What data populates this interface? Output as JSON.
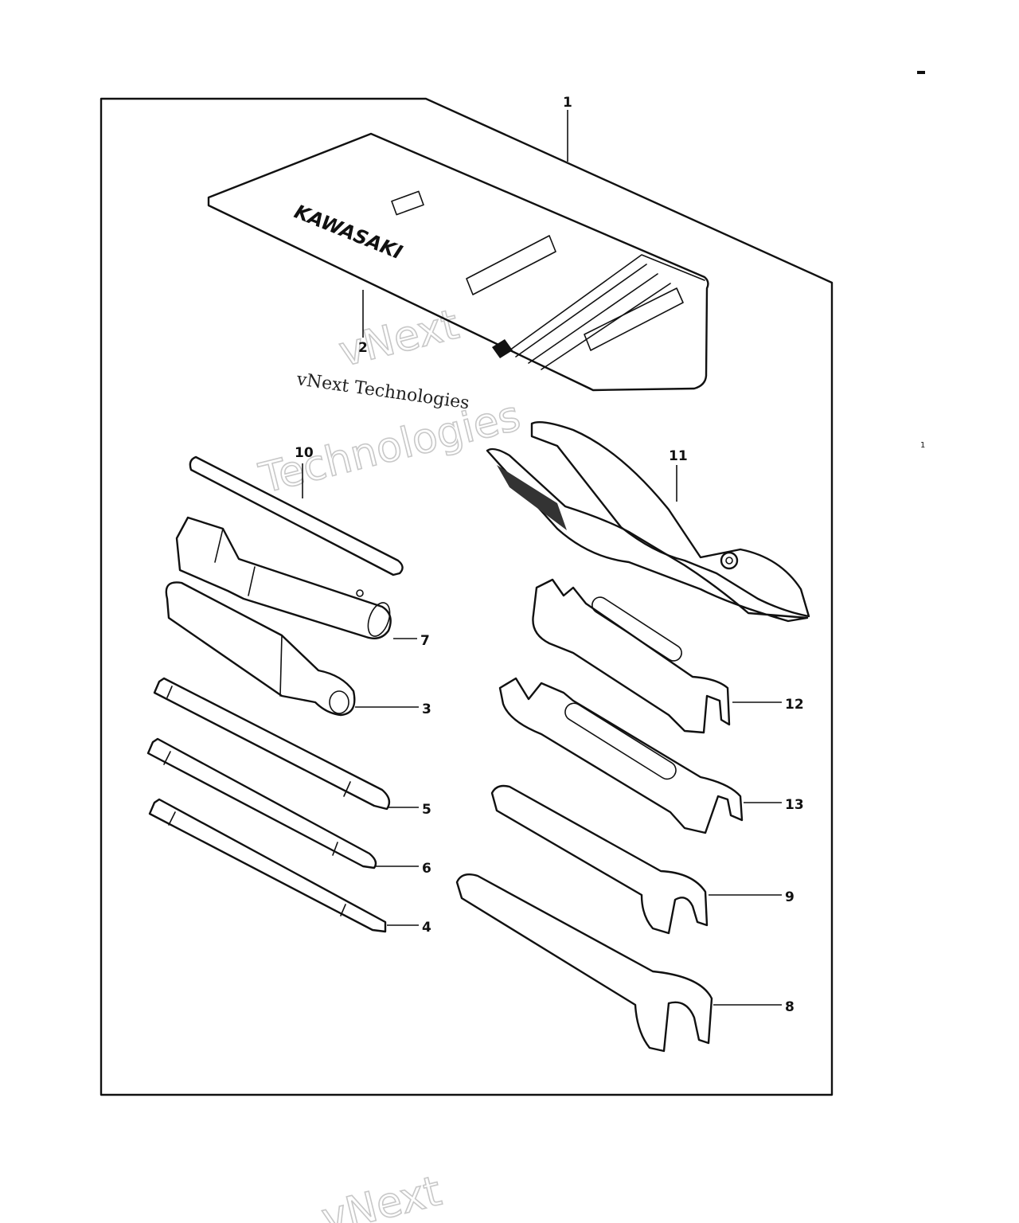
{
  "brand": {
    "pouch_logo": "KAWASAKI"
  },
  "watermark": {
    "text": "vNext Technologies",
    "outline_line1": "vNext",
    "outline_line2": "Technologies",
    "outline_bottom": "vNext"
  },
  "callouts": {
    "c1": "1",
    "c2": "2",
    "c3": "3",
    "c4": "4",
    "c5": "5",
    "c6": "6",
    "c7": "7",
    "c8": "8",
    "c9": "9",
    "c10": "10",
    "c11": "11",
    "c12": "12",
    "c13": "13"
  },
  "margin_mark": "1"
}
